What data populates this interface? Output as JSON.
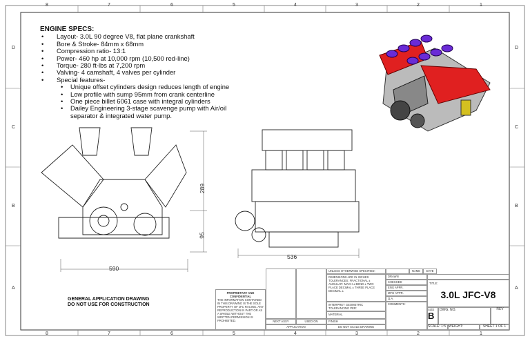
{
  "zones": {
    "columns": [
      "8",
      "7",
      "6",
      "5",
      "4",
      "3",
      "2",
      "1"
    ],
    "rows": [
      "D",
      "C",
      "B",
      "A"
    ]
  },
  "specs": {
    "heading": "ENGINE SPECS:",
    "items": [
      "Layout- 3.0L 90 degree V8, flat plane crankshaft",
      "Bore & Stroke- 84mm x 68mm",
      "Compression ratio- 13:1",
      "Power- 460 hp at 10,000 rpm (10,500 red-line)",
      "Torque- 280 ft-lbs at 7,200 rpm",
      "Valving- 4 camshaft, 4 valves per cylinder",
      "Special features-"
    ],
    "features": [
      "Unique offset cylinders design reduces length of engine",
      "Low profile with sump 95mm from crank centerline",
      "One piece billet 6061 case with integral cylinders",
      "Dailey Engineering 3-stage scavenge pump with Air/oil separator & integrated water pump."
    ]
  },
  "dimensions": {
    "front_width": "590",
    "front_height": "289",
    "front_sump": "95",
    "side_length": "536"
  },
  "notes": {
    "line1": "GENERAL APPLICATION DRAWING",
    "line2": "DO NOT USE FOR CONSTRUCTION"
  },
  "titleblock": {
    "proprietary_heading": "PROPRIETARY AND CONFIDENTIAL",
    "proprietary_text": "THE INFORMATION CONTAINED IN THIS DRAWING IS THE SOLE PROPERTY OF JFC RACING. ANY REPRODUCTION IN PART OR AS A WHOLE WITHOUT THE WRITTEN PERMISSION IS PROHIBITED.",
    "next_assy": "NEXT ASSY",
    "used_on": "USED ON",
    "application": "APPLICATION",
    "unless": "UNLESS OTHERWISE SPECIFIED:",
    "tolerances": "DIMENSIONS ARE IN INCHES TOLERANCES: FRACTIONAL ± ANGULAR: MACH ± BEND ± TWO PLACE DECIMAL ± THREE PLACE DECIMAL ±",
    "interpret": "INTERPRET GEOMETRIC TOLERANCING PER:",
    "material": "MATERIAL",
    "finish": "FINISH",
    "do_not_scale": "DO NOT SCALE DRAWING",
    "name": "NAME",
    "date": "DATE",
    "roles": [
      "DRAWN",
      "CHECKED",
      "ENG APPR.",
      "MFG APPR.",
      "Q.A."
    ],
    "comments": "COMMENTS:",
    "title_label": "TITLE:",
    "title": "3.0L JFC-V8",
    "size_label": "SIZE",
    "size": "B",
    "dwg_no": "DWG. NO.",
    "rev": "REV",
    "scale": "SCALE: 1:5",
    "weight": "WEIGHT:",
    "sheet": "SHEET 1 OF 1"
  },
  "colors": {
    "valve_covers": "#e02020",
    "intake_trumpets": "#6a2bd6"
  }
}
